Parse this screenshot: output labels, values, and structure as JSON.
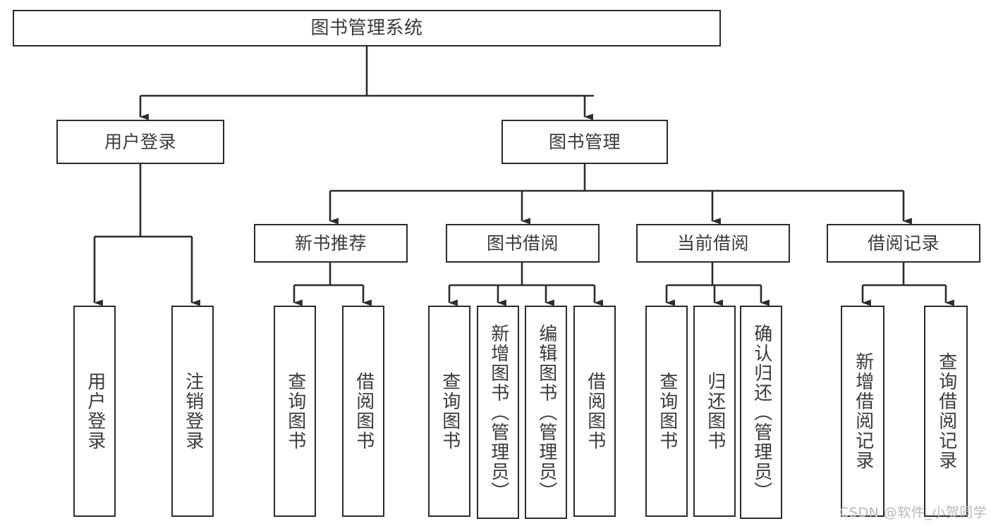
{
  "diagram": {
    "title": "图书管理系统",
    "watermark": "CSDN @软件_小贺同学",
    "colors": {
      "stroke": "#2b2b2b",
      "text": "#3a3a3a",
      "background": "#ffffff",
      "watermark": "#b9b9b9"
    },
    "nodes": {
      "root": {
        "label": "图书管理系统"
      },
      "level2": [
        {
          "label": "用户登录"
        },
        {
          "label": "图书管理"
        }
      ],
      "level3": [
        {
          "label": "新书推荐"
        },
        {
          "label": "图书借阅"
        },
        {
          "label": "当前借阅"
        },
        {
          "label": "借阅记录"
        }
      ],
      "leaves": {
        "user_login": [
          {
            "label": "用户登录"
          },
          {
            "label": "注销登录"
          }
        ],
        "new_book_recommend": [
          {
            "label": "查询图书"
          },
          {
            "label": "借阅图书"
          }
        ],
        "book_borrow": [
          {
            "label": "查询图书"
          },
          {
            "label": "新增图书（管理员）"
          },
          {
            "label": "编辑图书（管理员）"
          },
          {
            "label": "借阅图书"
          }
        ],
        "current_borrow": [
          {
            "label": "查询图书"
          },
          {
            "label": "归还图书"
          },
          {
            "label": "确认归还（管理员）"
          }
        ],
        "borrow_records": [
          {
            "label": "新增借阅记录"
          },
          {
            "label": "查询借阅记录"
          }
        ]
      }
    }
  }
}
